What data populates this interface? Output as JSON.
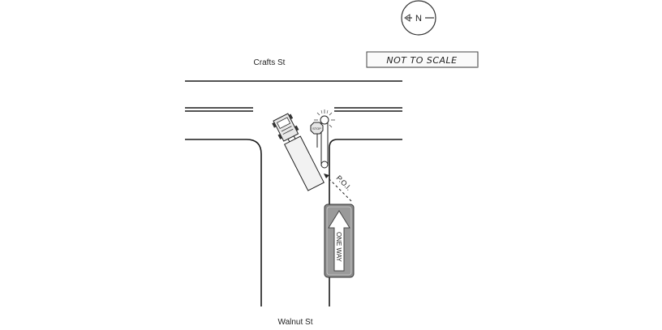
{
  "street_labels": {
    "top": "Crafts St",
    "bottom": "Walnut St"
  },
  "scale_note": "NOT TO SCALE",
  "compass": {
    "letter": "N",
    "icon": "north-arrow-pointing-left"
  },
  "sign": {
    "text": "ONE WAY",
    "icon": "one-way-arrow-up"
  },
  "annotations": {
    "poi": "P.O.I."
  },
  "stop_sign": {
    "text": "STOP"
  }
}
